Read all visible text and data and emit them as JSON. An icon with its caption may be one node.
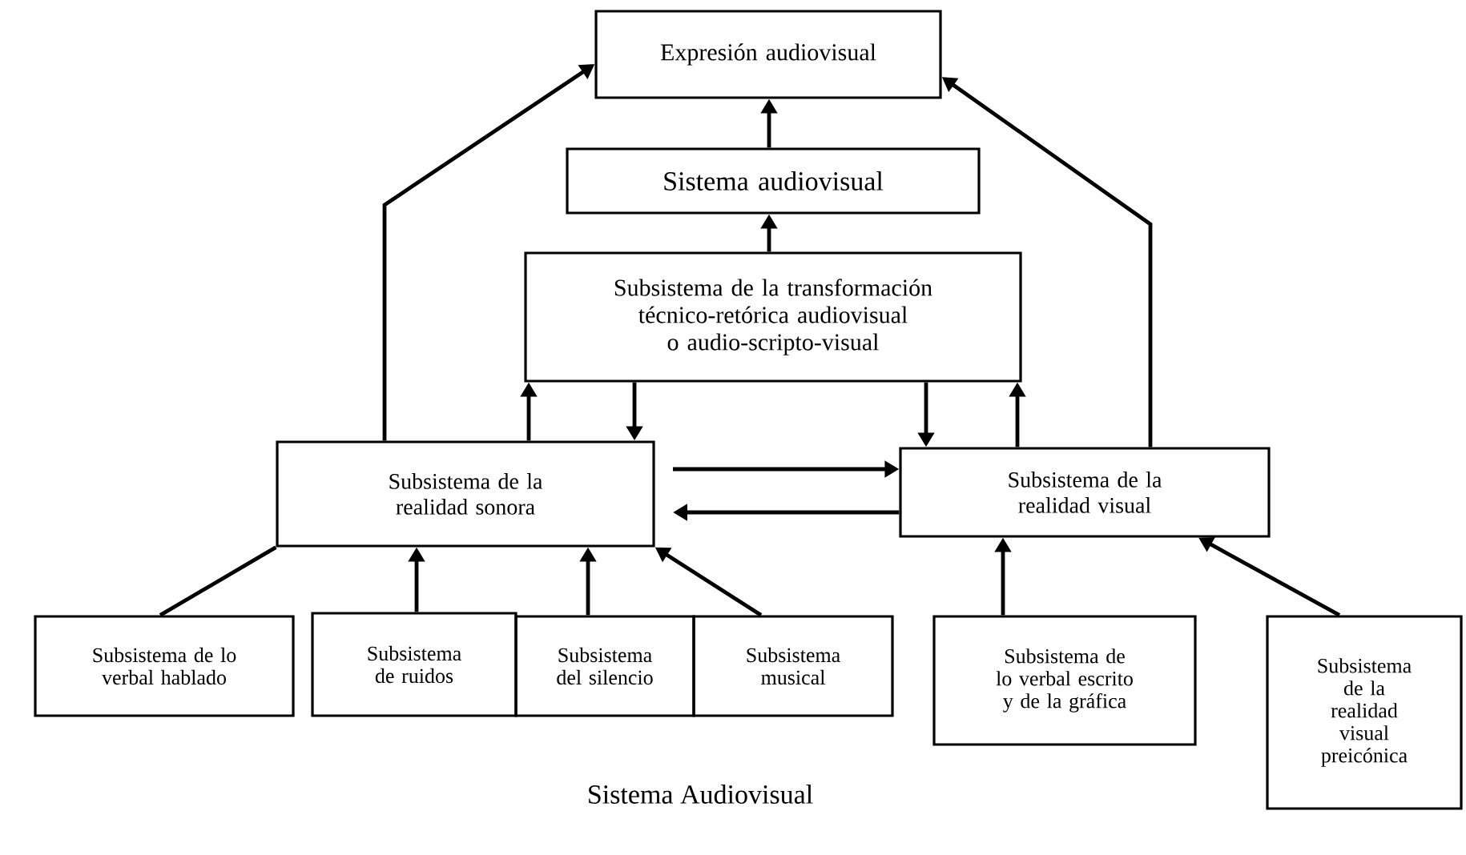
{
  "diagram": {
    "caption": "Sistema Audiovisual",
    "nodes": [
      {
        "text": [
          "Expresión audiovisual"
        ]
      },
      {
        "text": [
          "Sistema audiovisual"
        ]
      },
      {
        "text": [
          "Subsistema de la transformación técnico-retórica audiovisual o audio-scripto-visual"
        ]
      },
      {
        "text": [
          "Subsistema de la realidad sonora"
        ]
      },
      {
        "text": [
          "Subsistema de la realidad visual"
        ]
      },
      {
        "text": [
          "Subsistema de lo verbal hablado"
        ]
      },
      {
        "text": [
          "Subsistema de ruidos"
        ]
      },
      {
        "text": [
          "Subsistema del silencio"
        ]
      },
      {
        "text": [
          "Subsistema musical"
        ]
      },
      {
        "text": [
          "Subsistema de lo verbal escrito y de la gráfica"
        ]
      },
      {
        "text": [
          "Subsistema de la realidad visual preicónica"
        ]
      }
    ],
    "edges": [
      {
        "from": 1,
        "to": 0,
        "arrow": "to"
      },
      {
        "from": 2,
        "to": 1,
        "arrow": "to"
      },
      {
        "from": 3,
        "to": 0,
        "arrow": "to"
      },
      {
        "from": 4,
        "to": 0,
        "arrow": "to"
      },
      {
        "from": 3,
        "to": 2,
        "arrow": "to"
      },
      {
        "from": 2,
        "to": 3,
        "arrow": "to"
      },
      {
        "from": 2,
        "to": 4,
        "arrow": "to"
      },
      {
        "from": 4,
        "to": 2,
        "arrow": "to"
      },
      {
        "from": 3,
        "to": 4,
        "arrow": "to"
      },
      {
        "from": 4,
        "to": 3,
        "arrow": "to"
      },
      {
        "from": 5,
        "to": 3,
        "arrow": "none"
      },
      {
        "from": 6,
        "to": 3,
        "arrow": "to"
      },
      {
        "from": 7,
        "to": 3,
        "arrow": "to"
      },
      {
        "from": 8,
        "to": 3,
        "arrow": "to"
      },
      {
        "from": 9,
        "to": 4,
        "arrow": "to"
      },
      {
        "from": 10,
        "to": 4,
        "arrow": "to"
      }
    ]
  }
}
